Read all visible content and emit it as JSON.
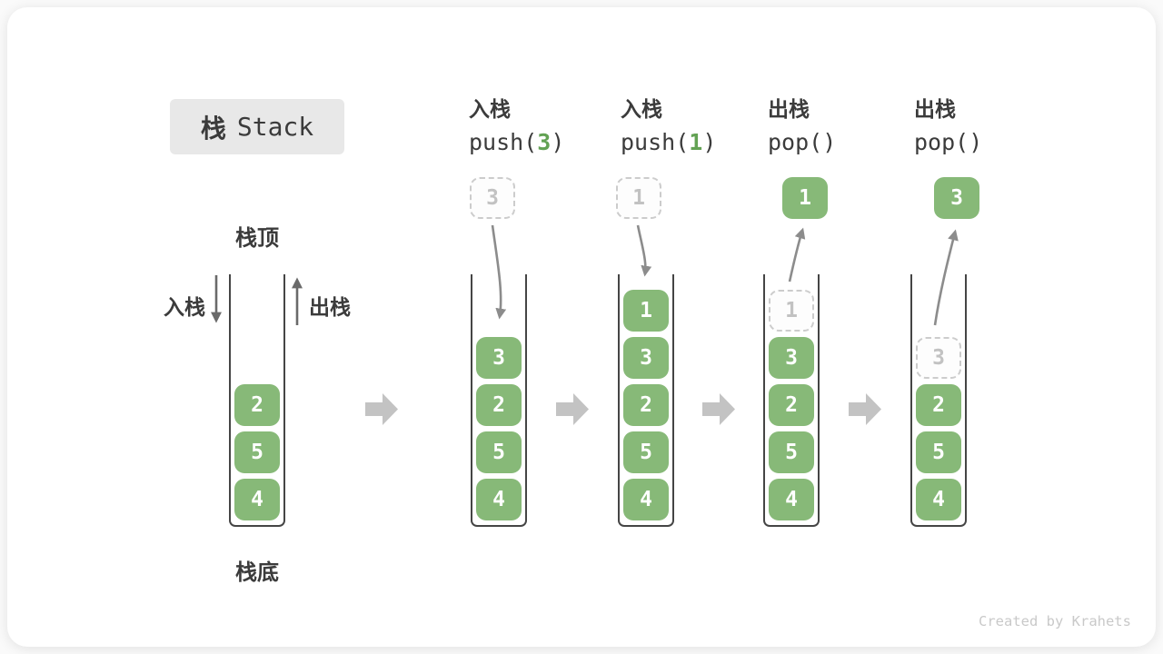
{
  "title": {
    "zh": "栈",
    "en": "Stack"
  },
  "side_labels": {
    "stack_top": "栈顶",
    "stack_bottom": "栈底",
    "push": "入栈",
    "pop": "出栈"
  },
  "operations": [
    {
      "label": "入栈",
      "fn": "push(",
      "arg": "3",
      "close": ")"
    },
    {
      "label": "入栈",
      "fn": "push(",
      "arg": "1",
      "close": ")"
    },
    {
      "label": "出栈",
      "fn": "pop(",
      "arg": "",
      "close": ")"
    },
    {
      "label": "出栈",
      "fn": "pop(",
      "arg": "",
      "close": ")"
    }
  ],
  "floating_cells": [
    {
      "value": "3",
      "style": "ghost"
    },
    {
      "value": "1",
      "style": "ghost"
    },
    {
      "value": "1",
      "style": "solid"
    },
    {
      "value": "3",
      "style": "solid"
    }
  ],
  "stacks": [
    {
      "cells": [
        {
          "value": "2",
          "style": "solid"
        },
        {
          "value": "5",
          "style": "solid"
        },
        {
          "value": "4",
          "style": "solid"
        }
      ]
    },
    {
      "cells": [
        {
          "value": "3",
          "style": "solid"
        },
        {
          "value": "2",
          "style": "solid"
        },
        {
          "value": "5",
          "style": "solid"
        },
        {
          "value": "4",
          "style": "solid"
        }
      ]
    },
    {
      "cells": [
        {
          "value": "1",
          "style": "solid"
        },
        {
          "value": "3",
          "style": "solid"
        },
        {
          "value": "2",
          "style": "solid"
        },
        {
          "value": "5",
          "style": "solid"
        },
        {
          "value": "4",
          "style": "solid"
        }
      ]
    },
    {
      "cells": [
        {
          "value": "1",
          "style": "ghost"
        },
        {
          "value": "3",
          "style": "solid"
        },
        {
          "value": "2",
          "style": "solid"
        },
        {
          "value": "5",
          "style": "solid"
        },
        {
          "value": "4",
          "style": "solid"
        }
      ]
    },
    {
      "cells": [
        {
          "value": "3",
          "style": "ghost"
        },
        {
          "value": "2",
          "style": "solid"
        },
        {
          "value": "5",
          "style": "solid"
        },
        {
          "value": "4",
          "style": "solid"
        }
      ]
    }
  ],
  "watermark": "Created by Krahets",
  "colors": {
    "cell_green": "#87b978",
    "arg_green": "#63a254",
    "block_arrow_gray": "#c3c3c3",
    "flow_arrow_gray": "#8c8c8c",
    "text_dark": "#3b3b3b",
    "ghost_border": "#cccccc",
    "ghost_text": "#c2c2c2"
  }
}
